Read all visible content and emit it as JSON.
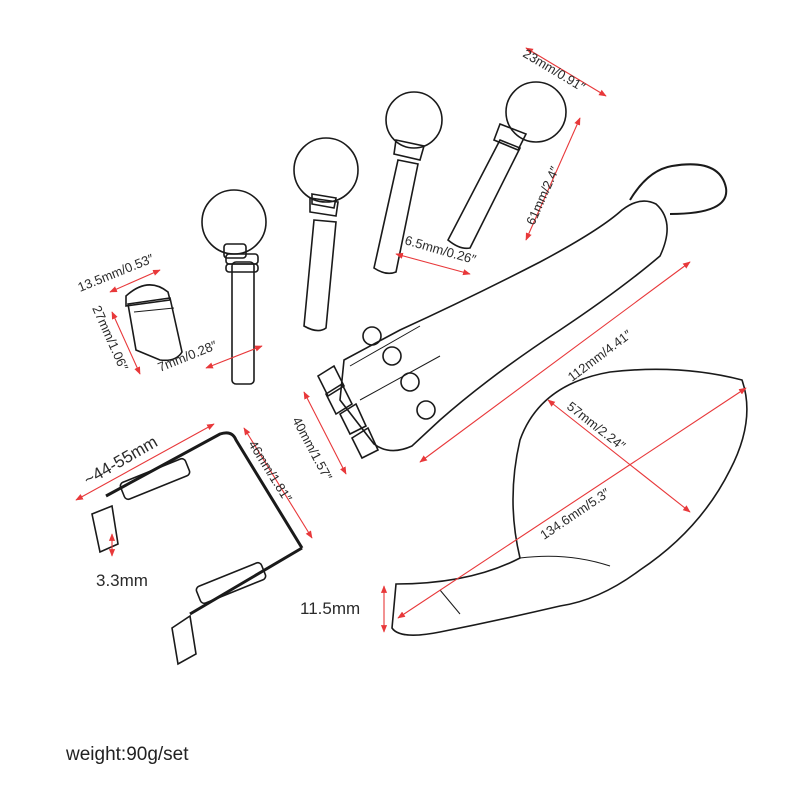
{
  "labels": {
    "endpin_head": "13.5mm/0.53″",
    "endpin_length": "27mm/1.06″",
    "peg_shaft": "7mm/0.28″",
    "peg_shaft_2": "6.5mm/0.26″",
    "peg_head": "23mm/0.91″",
    "peg_length": "61mm/2.4″",
    "tailpiece_length": "112mm/4.41″",
    "tailpiece_width": "40mm/1.57″",
    "clamp_span": "~44-55mm",
    "clamp_height": "46mm/1.81″",
    "clamp_rod": "3.3mm",
    "chinrest_width": "57mm/2.24″",
    "chinrest_length": "134.6mm/5.3″",
    "chinrest_height": "11.5mm"
  },
  "weight": "weight:90g/set",
  "colors": {
    "dimension_line": "#e8383a",
    "part_fill": "#d6d6d6",
    "outline": "#1a1a1a"
  }
}
